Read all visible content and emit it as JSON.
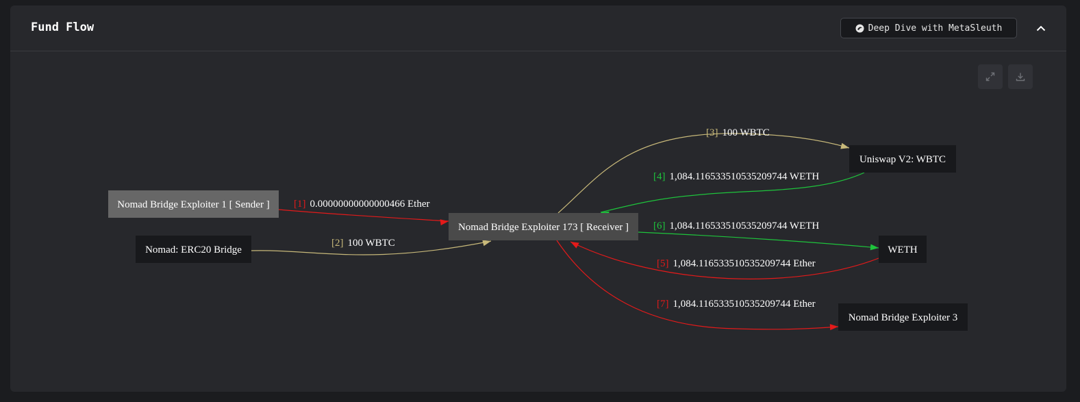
{
  "panel": {
    "title": "Fund Flow",
    "deep_dive_label": "Deep Dive with MetaSleuth"
  },
  "icons": {
    "collapse": "chevron-up-icon",
    "fullscreen": "expand-icon",
    "download": "download-icon",
    "brand": "metasleuth-logo-icon"
  },
  "colors": {
    "red": "#e41a1a",
    "yellow": "#c8b97a",
    "green": "#1ec53c",
    "node_dark": "#18191c",
    "node_highlight": "#4a4a4a",
    "node_sender": "#676767"
  },
  "graph": {
    "nodes": [
      {
        "id": "sender",
        "label": "Nomad Bridge Exploiter 1 [ Sender ]"
      },
      {
        "id": "erc20",
        "label": "Nomad: ERC20 Bridge"
      },
      {
        "id": "receiver",
        "label": "Nomad Bridge Exploiter 173 [ Receiver ]"
      },
      {
        "id": "uniswap",
        "label": "Uniswap V2: WBTC"
      },
      {
        "id": "weth",
        "label": "WETH"
      },
      {
        "id": "exploiter3",
        "label": "Nomad Bridge Exploiter 3"
      }
    ],
    "edges": [
      {
        "index": "[1]",
        "amount": "0.00000000000000466 Ether",
        "from": "sender",
        "to": "receiver",
        "color": "red"
      },
      {
        "index": "[2]",
        "amount": "100 WBTC",
        "from": "erc20",
        "to": "receiver",
        "color": "yellow"
      },
      {
        "index": "[3]",
        "amount": "100 WBTC",
        "from": "receiver",
        "to": "uniswap",
        "color": "yellow"
      },
      {
        "index": "[4]",
        "amount": "1,084.116533510535209744 WETH",
        "from": "uniswap",
        "to": "receiver",
        "color": "green"
      },
      {
        "index": "[5]",
        "amount": "1,084.116533510535209744 Ether",
        "from": "weth",
        "to": "receiver",
        "color": "red"
      },
      {
        "index": "[6]",
        "amount": "1,084.116533510535209744 WETH",
        "from": "receiver",
        "to": "weth",
        "color": "green"
      },
      {
        "index": "[7]",
        "amount": "1,084.116533510535209744 Ether",
        "from": "receiver",
        "to": "exploiter3",
        "color": "red"
      }
    ]
  }
}
